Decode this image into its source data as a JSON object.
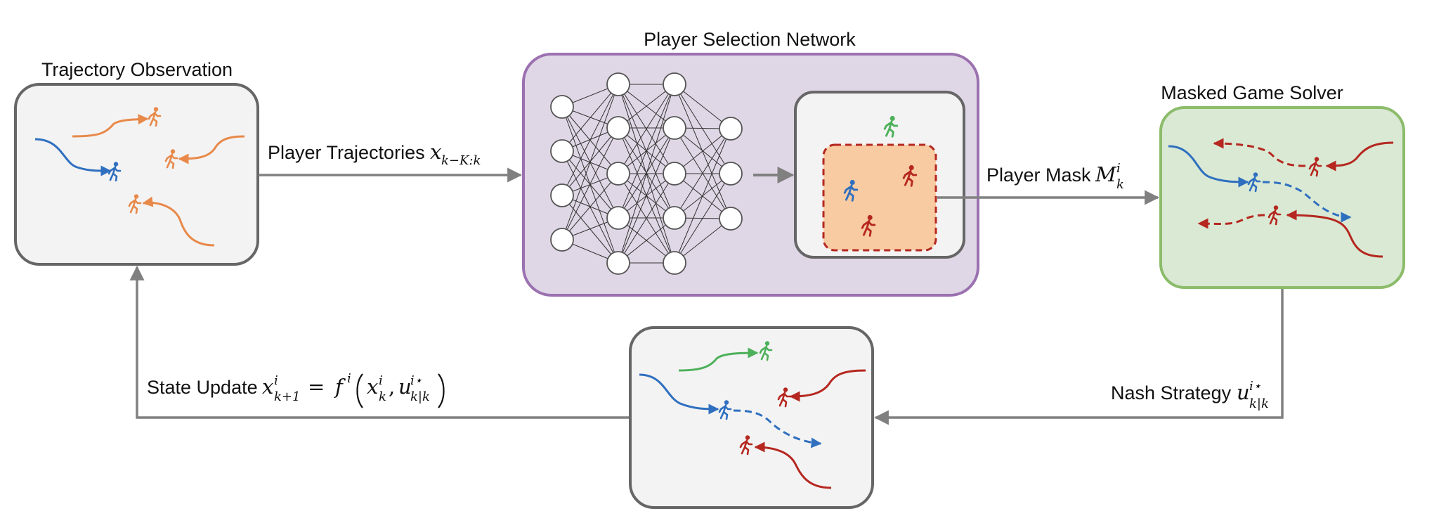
{
  "titles": {
    "trajectory_observation": "Trajectory Observation",
    "player_selection_network": "Player Selection Network",
    "masked_game_solver": "Masked Game Solver"
  },
  "edges": {
    "player_trajectories": {
      "text": "Player Trajectories",
      "var": "x",
      "sub": "k−K:k"
    },
    "player_mask": {
      "text": "Player Mask",
      "var": "M",
      "sup": "i",
      "sub": "k"
    },
    "nash_strategy": {
      "text": "Nash Strategy",
      "var": "u",
      "sup": "i⋆",
      "sub": "k|k"
    },
    "state_update": {
      "text": "State Update",
      "lhs_var": "x",
      "lhs_sup": "i",
      "lhs_sub": "k+1",
      "eq": "=",
      "fn": "f",
      "fn_sup": "i",
      "arg1_var": "x",
      "arg1_sup": "i",
      "arg1_sub": "k",
      "arg2_var": "u",
      "arg2_sup": "i⋆",
      "arg2_sub": "k|k"
    }
  },
  "colors": {
    "blue": "#2f6fbf",
    "orange": "#e8894a",
    "red": "#b5271f",
    "green": "#4db05a",
    "box_border": "#666666",
    "box_fill": "#f3f3f3",
    "purple_border": "#9b71b0",
    "purple_fill": "#e0d7e6",
    "green_border": "#8cbc6a",
    "green_fill": "#d9e9d4",
    "mask_fill": "#f8cba2",
    "arrow": "#808080"
  },
  "icons": [
    "walking-person-icon"
  ]
}
